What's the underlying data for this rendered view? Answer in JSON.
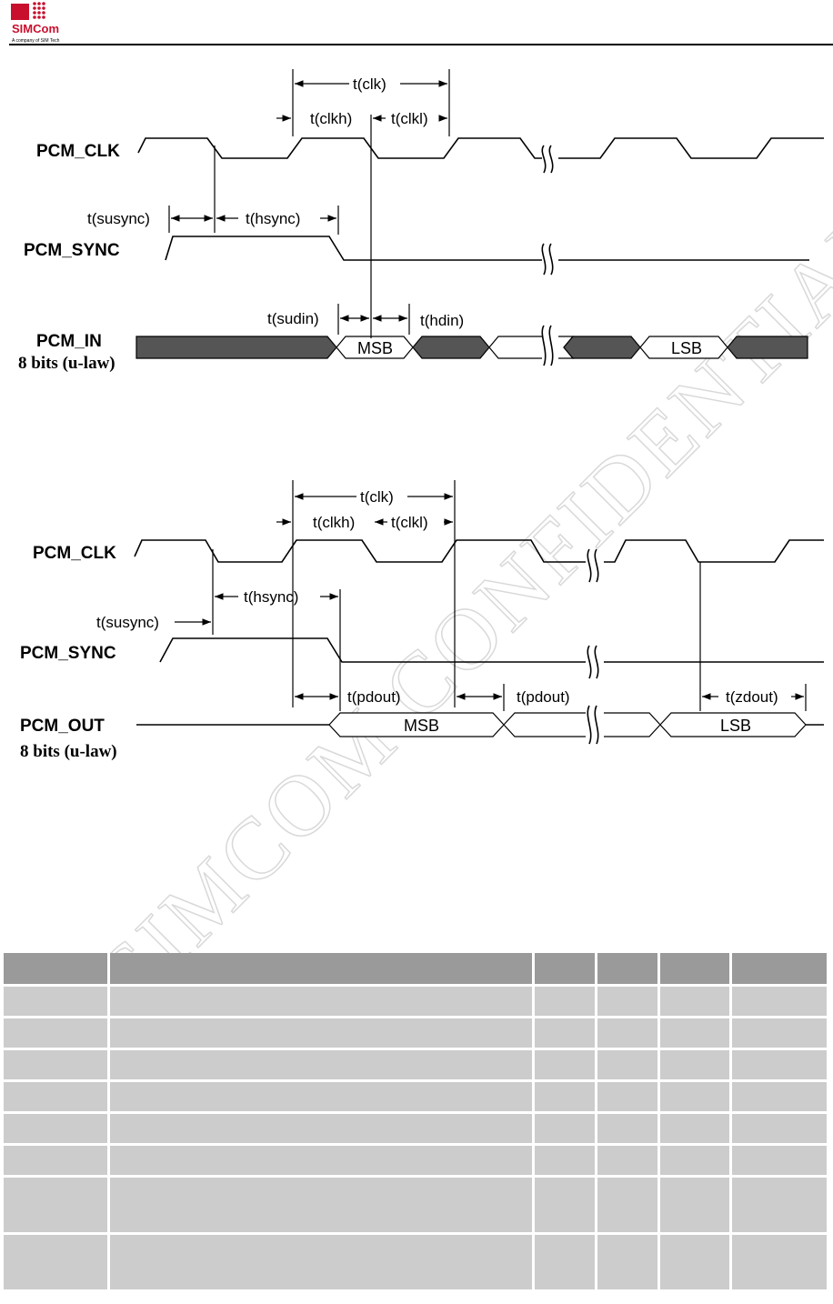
{
  "header": {
    "logo_text": "SIMCom",
    "logo_tagline": "A company of SIM Tech",
    "accent_color": "#c8102e"
  },
  "watermark": {
    "lines": [
      "SIMCOM CONFIDENTIAL FILE"
    ],
    "color": "#d6d6d6"
  },
  "diagram_in": {
    "signals": {
      "pcm_clk": "PCM_CLK",
      "pcm_sync": "PCM_SYNC",
      "pcm_in": "PCM_IN",
      "pcm_in_format": "8 bits (u-law)"
    },
    "timings": {
      "clk": "t(clk)",
      "clkh": "t(clkh)",
      "clkl": "t(clkl)",
      "susync": "t(susync)",
      "hsync": "t(hsync)",
      "sudin": "t(sudin)",
      "hdin": "t(hdin)"
    },
    "bits": {
      "msb": "MSB",
      "lsb": "LSB"
    }
  },
  "diagram_out": {
    "signals": {
      "pcm_clk": "PCM_CLK",
      "pcm_sync": "PCM_SYNC",
      "pcm_out": "PCM_OUT",
      "pcm_out_format": "8 bits (u-law)"
    },
    "timings": {
      "clk": "t(clk)",
      "clkh": "t(clkh)",
      "clkl": "t(clkl)",
      "hsync": "t(hsync)",
      "susync": "t(susync)",
      "pdout1": "t(pdout)",
      "pdout2": "t(pdout)",
      "zdout": "t(zdout)"
    },
    "bits": {
      "msb": "MSB",
      "lsb": "LSB"
    }
  },
  "table": {
    "header_color": "#9a9a9a",
    "row_color": "#cccccc",
    "columns": [
      "",
      "",
      "",
      "",
      "",
      ""
    ],
    "rows": [
      [
        "",
        "",
        "",
        "",
        "",
        ""
      ],
      [
        "",
        "",
        "",
        "",
        "",
        ""
      ],
      [
        "",
        "",
        "",
        "",
        "",
        ""
      ],
      [
        "",
        "",
        "",
        "",
        "",
        ""
      ],
      [
        "",
        "",
        "",
        "",
        "",
        ""
      ],
      [
        "",
        "",
        "",
        "",
        "",
        ""
      ],
      [
        "",
        "",
        "",
        "",
        "",
        ""
      ],
      [
        "",
        "",
        "",
        "",
        "",
        ""
      ]
    ]
  }
}
